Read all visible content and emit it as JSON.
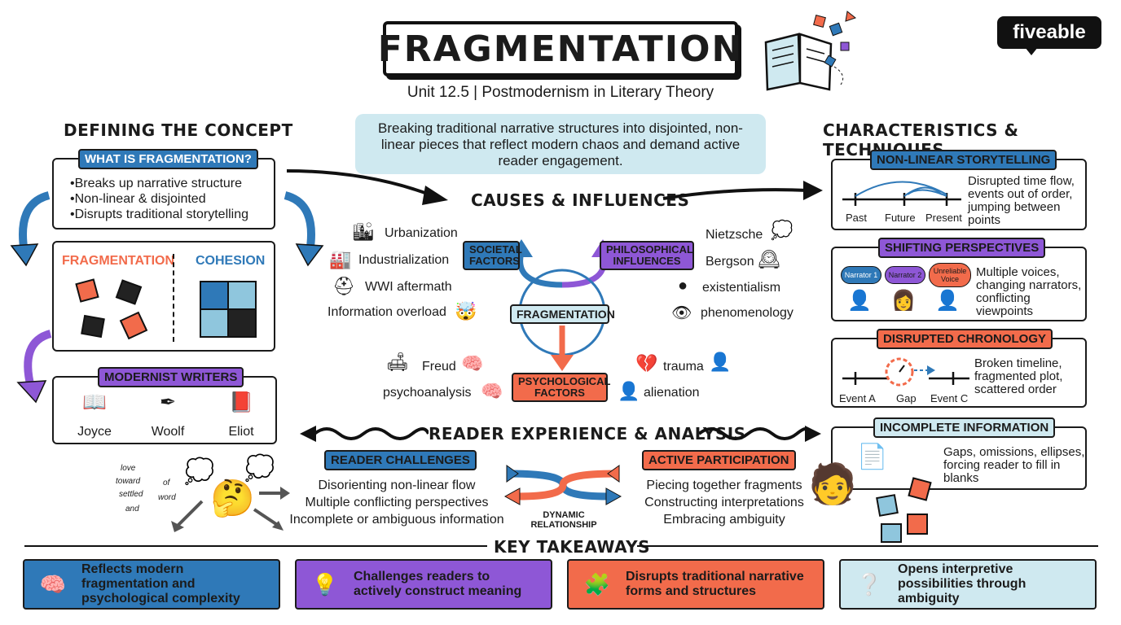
{
  "header": {
    "title": "FRAGMENTATION",
    "subtitle": "Unit 12.5 | Postmodernism in Literary Theory",
    "logo": "fiveable"
  },
  "definition_banner": "Breaking traditional narrative structures into disjointed, non-linear pieces that reflect modern chaos and demand active reader engagement.",
  "left": {
    "heading": "DEFINING THE CONCEPT",
    "what_tag": "WHAT IS FRAGMENTATION?",
    "bullets": [
      "Breaks up narrative structure",
      "Non-linear & disjointed",
      "Disrupts traditional storytelling"
    ],
    "compare_left": "FRAGMENTATION",
    "compare_right": "COHESION",
    "writers_tag": "MODERNIST WRITERS",
    "writers": [
      "Joyce",
      "Woolf",
      "Eliot"
    ]
  },
  "center": {
    "heading": "CAUSES & INFLUENCES",
    "core": "FRAGMENTATION",
    "societal": {
      "label": "SOCIETAL FACTORS",
      "items": [
        "Urbanization",
        "Industrialization",
        "WWI aftermath",
        "Information overload"
      ]
    },
    "philosophical": {
      "label": "PHILOSOPHICAL INFLUENCES",
      "items": [
        "Nietzsche",
        "Bergson",
        "existentialism",
        "phenomenology"
      ]
    },
    "psychological": {
      "label": "PSYCHOLOGICAL FACTORS",
      "items": [
        "Freud",
        "psychoanalysis",
        "trauma",
        "alienation"
      ]
    }
  },
  "right": {
    "heading": "CHARACTERISTICS & TECHNIQUES",
    "nonlinear": {
      "tag": "NON-LINEAR STORYTELLING",
      "desc": "Disrupted time flow, events out of order, jumping between points",
      "labels": [
        "Past",
        "Future",
        "Present"
      ]
    },
    "perspectives": {
      "tag": "SHIFTING PERSPECTIVES",
      "desc": "Multiple voices, changing narrators, conflicting viewpoints",
      "bubbles": [
        "Narrator 1",
        "Narrator 2",
        "Unreliable Voice"
      ]
    },
    "chronology": {
      "tag": "DISRUPTED CHRONOLOGY",
      "desc": "Broken timeline, fragmented plot, scattered order",
      "labels": [
        "Event A",
        "Gap",
        "Event C"
      ]
    },
    "incomplete": {
      "tag": "INCOMPLETE INFORMATION",
      "desc": "Gaps, omissions, ellipses, forcing reader to fill in blanks"
    }
  },
  "reader": {
    "heading": "READER EXPERIENCE & ANALYSIS",
    "challenges_tag": "READER CHALLENGES",
    "challenges": [
      "Disorienting non-linear flow",
      "Multiple conflicting perspectives",
      "Incomplete or ambiguous information"
    ],
    "participation_tag": "ACTIVE PARTICIPATION",
    "participation": [
      "Piecing together fragments",
      "Constructing interpretations",
      "Embracing ambiguity"
    ],
    "dynamic": "DYNAMIC RELATIONSHIP",
    "scatter_words": [
      "love",
      "toward",
      "settled",
      "word",
      "of",
      "and"
    ]
  },
  "takeaways": {
    "heading": "KEY TAKEAWAYS",
    "items": [
      "Reflects modern fragmentation and psychological complexity",
      "Challenges readers to actively construct meaning",
      "Disrupts traditional narrative forms and structures",
      "Opens interpretive possibilities through ambiguity"
    ]
  },
  "colors": {
    "blue": "#2f79b8",
    "purple": "#8e57d6",
    "orange": "#f26b4b",
    "lightblue": "#cfe9f0",
    "ink": "#1b1b1b"
  }
}
